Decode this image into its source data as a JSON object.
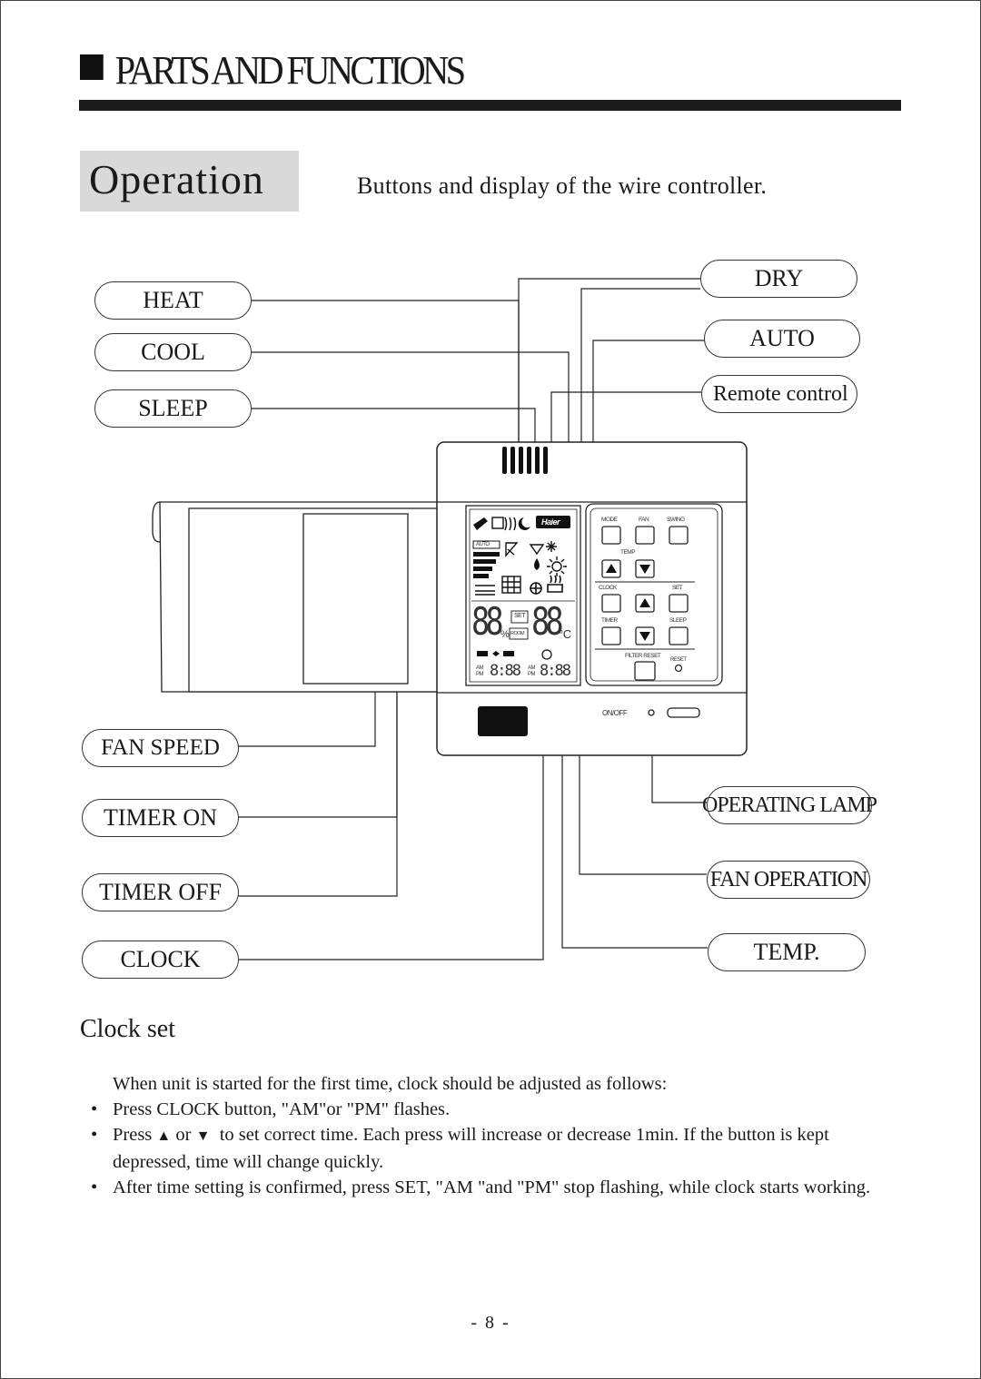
{
  "header": {
    "section_title": "PARTS AND FUNCTIONS",
    "operation_label": "Operation",
    "operation_desc": "Buttons and display of the wire controller."
  },
  "labels_left": {
    "heat": "HEAT",
    "cool": "COOL",
    "sleep": "SLEEP",
    "fan_speed": "FAN SPEED",
    "timer_on": "TIMER ON",
    "timer_off": "TIMER OFF",
    "clock": "CLOCK"
  },
  "labels_right": {
    "dry": "DRY",
    "auto": "AUTO",
    "remote_control": "Remote control",
    "operating_lamp": "OPERATING LAMP",
    "fan_operation": "FAN OPERATION",
    "temp": "TEMP."
  },
  "controller": {
    "brand": "Haier",
    "auto_tag": "AUTO",
    "buttons": {
      "mode": "MODE",
      "fan": "FAN",
      "swing": "SWING",
      "temp": "TEMP",
      "clock": "CLOCK",
      "set": "SET",
      "timer": "TIMER",
      "sleep": "SLEEP",
      "filter_reset": "FILTER RESET",
      "reset": "RESET",
      "on_off": "ON/OFF"
    },
    "display": {
      "digits_left": "88",
      "digits_right": "88",
      "set_tag": "SET",
      "room_tag": "ROOM",
      "percent": "%",
      "celsius": "°C",
      "am": "AM",
      "pm": "PM",
      "time_left": "8:88",
      "time_right": "8:88"
    }
  },
  "clock_set": {
    "heading": "Clock set",
    "intro": "When unit is started for the first time, clock should be adjusted as follows:",
    "bullet_1": "Press CLOCK button, \"AM\"or \"PM\" flashes.",
    "bullet_2_pre": "Press",
    "bullet_2_or": "or",
    "bullet_2_post": "to set correct time. Each press will increase or decrease 1min. If the button is kept depressed, time will change quickly.",
    "bullet_3": "After time setting is confirmed, press SET, \"AM \"and \"PM\" stop flashing, while clock starts working."
  },
  "footer": {
    "page_number": "- 8 -"
  }
}
